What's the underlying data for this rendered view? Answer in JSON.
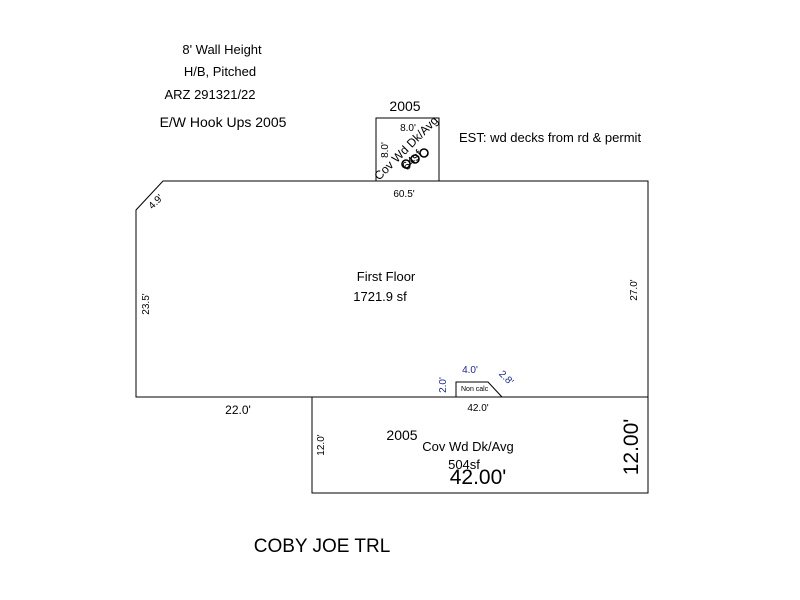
{
  "notes": {
    "wall_height": "8' Wall Height",
    "hb_pitched": "H/B, Pitched",
    "arz": "ARZ 291321/22",
    "ew_hookups": "E/W Hook Ups 2005",
    "est": "EST: wd decks from rd & permit"
  },
  "small_deck": {
    "year": "2005",
    "top_dim": "8.0'",
    "left_dim": "8.0'",
    "label": "Cov Wd Dk/Avg",
    "area": "64sf"
  },
  "first_floor": {
    "label": "First Floor",
    "area": "1721.9 sf",
    "top_dim": "60.5'",
    "corner_dim": "4.9'",
    "left_dim": "23.5'",
    "right_dim": "27.0'",
    "bottom_left_dim": "22.0'"
  },
  "non_calc": {
    "label": "Non calc",
    "top_dim": "4.0'",
    "side_dim": "2.0'",
    "diag_dim": "2.8'"
  },
  "large_deck": {
    "year": "2005",
    "label": "Cov Wd Dk/Avg",
    "area": "504sf",
    "top_dim": "42.0'",
    "left_dim": "12.0'",
    "big_width": "42.00'",
    "big_depth": "12.00'"
  },
  "street": "COBY JOE TRL",
  "colors": {
    "line": "#000000",
    "annotation": "#1f2a8c"
  }
}
